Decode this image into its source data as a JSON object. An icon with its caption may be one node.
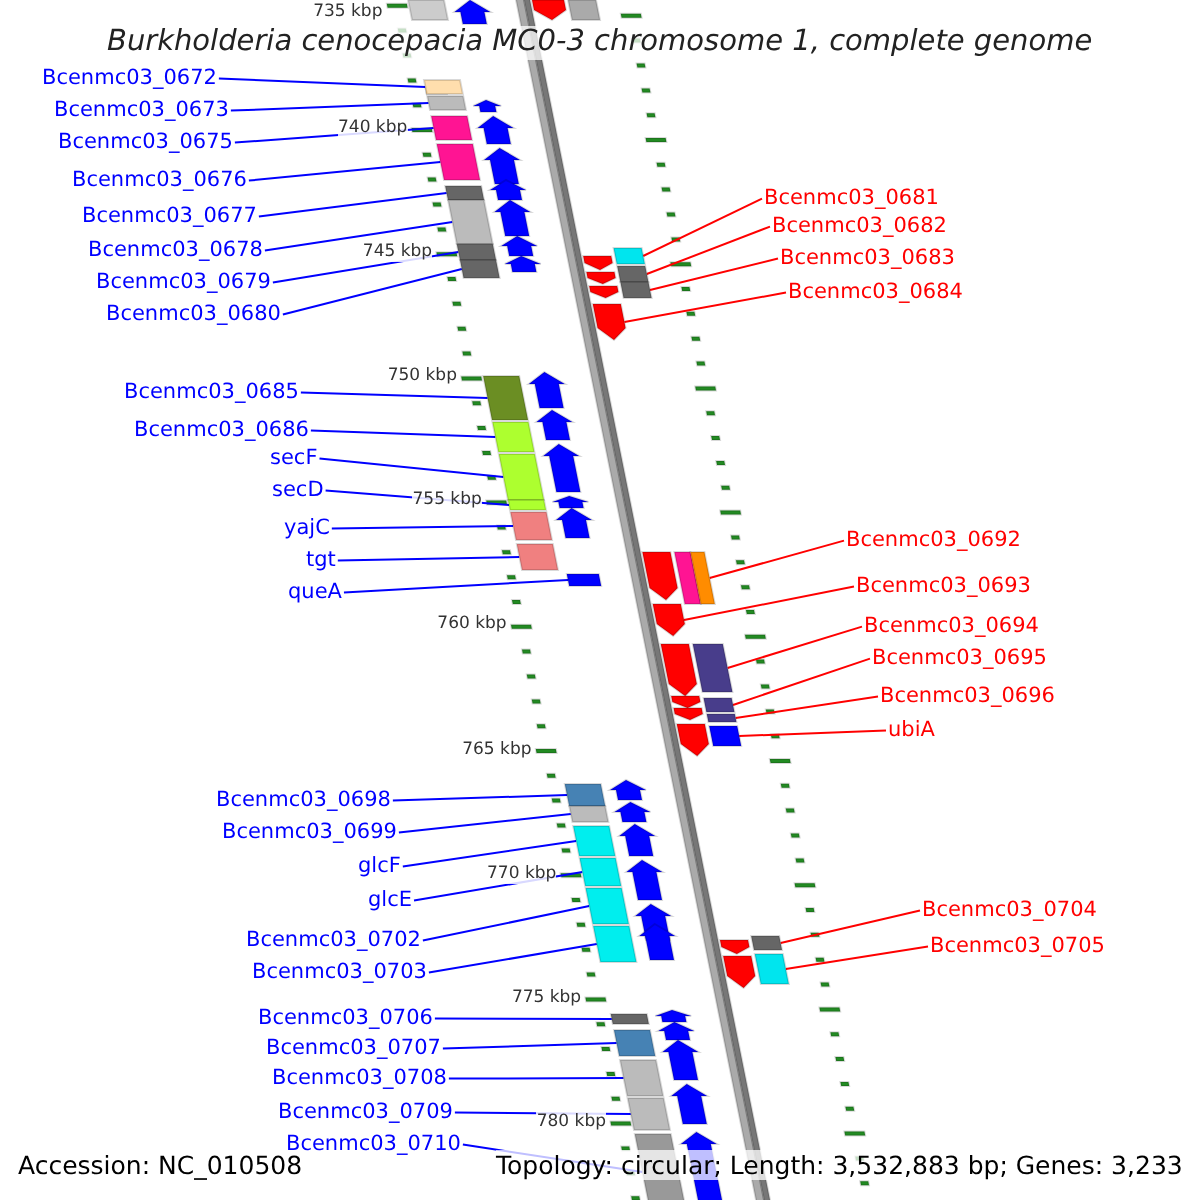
{
  "diagram": {
    "title": "Burkholderia cenocepacia MC0-3 chromosome 1, complete genome",
    "nodes": [
      {
        "text": [
          "Bcenmc03_0672"
        ]
      },
      {
        "text": [
          "Bcenmc03_0673"
        ]
      },
      {
        "text": [
          "Bcenmc03_0675"
        ]
      },
      {
        "text": [
          "Bcenmc03_0676"
        ]
      },
      {
        "text": [
          "Bcenmc03_0677"
        ]
      },
      {
        "text": [
          "Bcenmc03_0678"
        ]
      },
      {
        "text": [
          "Bcenmc03_0679"
        ]
      },
      {
        "text": [
          "Bcenmc03_0680"
        ]
      },
      {
        "text": [
          "Bcenmc03_0685"
        ]
      },
      {
        "text": [
          "Bcenmc03_0686"
        ]
      },
      {
        "text": [
          "secF"
        ]
      },
      {
        "text": [
          "secD"
        ]
      },
      {
        "text": [
          "yajC"
        ]
      },
      {
        "text": [
          "tgt"
        ]
      },
      {
        "text": [
          "queA"
        ]
      },
      {
        "text": [
          "Bcenmc03_0698"
        ]
      },
      {
        "text": [
          "Bcenmc03_0699"
        ]
      },
      {
        "text": [
          "glcF"
        ]
      },
      {
        "text": [
          "glcE"
        ]
      },
      {
        "text": [
          "Bcenmc03_0702"
        ]
      },
      {
        "text": [
          "Bcenmc03_0703"
        ]
      },
      {
        "text": [
          "Bcenmc03_0706"
        ]
      },
      {
        "text": [
          "Bcenmc03_0707"
        ]
      },
      {
        "text": [
          "Bcenmc03_0708"
        ]
      },
      {
        "text": [
          "Bcenmc03_0709"
        ]
      },
      {
        "text": [
          "Bcenmc03_0710"
        ]
      },
      {
        "text": [
          "Bcenmc03_0681"
        ]
      },
      {
        "text": [
          "Bcenmc03_0682"
        ]
      },
      {
        "text": [
          "Bcenmc03_0683"
        ]
      },
      {
        "text": [
          "Bcenmc03_0684"
        ]
      },
      {
        "text": [
          "Bcenmc03_0692"
        ]
      },
      {
        "text": [
          "Bcenmc03_0693"
        ]
      },
      {
        "text": [
          "Bcenmc03_0694"
        ]
      },
      {
        "text": [
          "Bcenmc03_0695"
        ]
      },
      {
        "text": [
          "Bcenmc03_0696"
        ]
      },
      {
        "text": [
          "ubiA"
        ]
      },
      {
        "text": [
          "Bcenmc03_0704"
        ]
      },
      {
        "text": [
          "Bcenmc03_0705"
        ]
      },
      {
        "text": [],
        "shape": "box"
      },
      {
        "text": [],
        "shape": "box"
      },
      {
        "text": [],
        "shape": "box"
      },
      {
        "text": [],
        "shape": "box"
      },
      {
        "text": [],
        "shape": "box"
      },
      {
        "text": [],
        "shape": "box"
      },
      {
        "text": [],
        "shape": "box"
      },
      {
        "text": [],
        "shape": "box"
      },
      {
        "text": [],
        "shape": "box"
      },
      {
        "text": [],
        "shape": "box"
      },
      {
        "text": [],
        "shape": "box"
      },
      {
        "text": [],
        "shape": "box"
      },
      {
        "text": [],
        "shape": "box"
      },
      {
        "text": [],
        "shape": "box"
      },
      {
        "text": [],
        "shape": "box"
      },
      {
        "text": [],
        "shape": "box"
      },
      {
        "text": [],
        "shape": "box"
      },
      {
        "text": [],
        "shape": "box"
      },
      {
        "text": [],
        "shape": "box"
      },
      {
        "text": [],
        "shape": "box"
      },
      {
        "text": [],
        "shape": "box"
      },
      {
        "text": [],
        "shape": "box"
      },
      {
        "text": [],
        "shape": "box"
      },
      {
        "text": [],
        "shape": "box"
      },
      {
        "text": [],
        "shape": "box"
      },
      {
        "text": [],
        "shape": "box"
      },
      {
        "text": [],
        "shape": "box"
      },
      {
        "text": [],
        "shape": "box"
      },
      {
        "text": [],
        "shape": "box"
      },
      {
        "text": [],
        "shape": "box"
      },
      {
        "text": [],
        "shape": "box"
      },
      {
        "text": [],
        "shape": "box"
      },
      {
        "text": [],
        "shape": "box"
      },
      {
        "text": [],
        "shape": "box"
      },
      {
        "text": [],
        "shape": "box"
      },
      {
        "text": [],
        "shape": "box"
      },
      {
        "text": [],
        "shape": "box"
      },
      {
        "text": [],
        "shape": "box"
      }
    ],
    "edges": [
      {
        "from": 0,
        "to": 38,
        "arrow": "none"
      },
      {
        "from": 1,
        "to": 39,
        "arrow": "none"
      },
      {
        "from": 2,
        "to": 40,
        "arrow": "none"
      },
      {
        "from": 3,
        "to": 41,
        "arrow": "none"
      },
      {
        "from": 4,
        "to": 42,
        "arrow": "none"
      },
      {
        "from": 5,
        "to": 43,
        "arrow": "none"
      },
      {
        "from": 6,
        "to": 44,
        "arrow": "none"
      },
      {
        "from": 7,
        "to": 45,
        "arrow": "none"
      },
      {
        "from": 8,
        "to": 46,
        "arrow": "none"
      },
      {
        "from": 9,
        "to": 47,
        "arrow": "none"
      },
      {
        "from": 10,
        "to": 48,
        "arrow": "none"
      },
      {
        "from": 11,
        "to": 49,
        "arrow": "none"
      },
      {
        "from": 12,
        "to": 50,
        "arrow": "none"
      },
      {
        "from": 13,
        "to": 51,
        "arrow": "none"
      },
      {
        "from": 14,
        "to": 52,
        "arrow": "none"
      },
      {
        "from": 15,
        "to": 53,
        "arrow": "none"
      },
      {
        "from": 16,
        "to": 54,
        "arrow": "none"
      },
      {
        "from": 17,
        "to": 55,
        "arrow": "none"
      },
      {
        "from": 18,
        "to": 56,
        "arrow": "none"
      },
      {
        "from": 19,
        "to": 57,
        "arrow": "none"
      },
      {
        "from": 20,
        "to": 58,
        "arrow": "none"
      },
      {
        "from": 21,
        "to": 59,
        "arrow": "none"
      },
      {
        "from": 22,
        "to": 60,
        "arrow": "none"
      },
      {
        "from": 23,
        "to": 61,
        "arrow": "none"
      },
      {
        "from": 24,
        "to": 62,
        "arrow": "none"
      },
      {
        "from": 25,
        "to": 63,
        "arrow": "none"
      },
      {
        "from": 26,
        "to": 64,
        "arrow": "none",
        "color": "#ff0000"
      },
      {
        "from": 27,
        "to": 65,
        "arrow": "none",
        "color": "#ff0000"
      },
      {
        "from": 28,
        "to": 66,
        "arrow": "none",
        "color": "#ff0000"
      },
      {
        "from": 29,
        "to": 67,
        "arrow": "none",
        "color": "#ff0000"
      },
      {
        "from": 30,
        "to": 68,
        "arrow": "none",
        "color": "#ff0000"
      },
      {
        "from": 31,
        "to": 69,
        "arrow": "none",
        "color": "#ff0000"
      },
      {
        "from": 32,
        "to": 70,
        "arrow": "none",
        "color": "#ff0000"
      },
      {
        "from": 33,
        "to": 71,
        "arrow": "none",
        "color": "#ff0000"
      },
      {
        "from": 34,
        "to": 72,
        "arrow": "none",
        "color": "#ff0000"
      },
      {
        "from": 35,
        "to": 73,
        "arrow": "none",
        "color": "#ff0000"
      },
      {
        "from": 36,
        "to": 74,
        "arrow": "none",
        "color": "#ff0000"
      },
      {
        "from": 37,
        "to": 75,
        "arrow": "none",
        "color": "#ff0000"
      }
    ],
    "labels": [
      "735 kbp",
      "740 kbp",
      "745 kbp",
      "750 kbp",
      "755 kbp",
      "760 kbp",
      "765 kbp",
      "770 kbp",
      "775 kbp",
      "780 kbp",
      "Accession: NC_010508",
      "Topology: circular; Length: 3,532,883 bp; Genes: 3,233"
    ]
  }
}
